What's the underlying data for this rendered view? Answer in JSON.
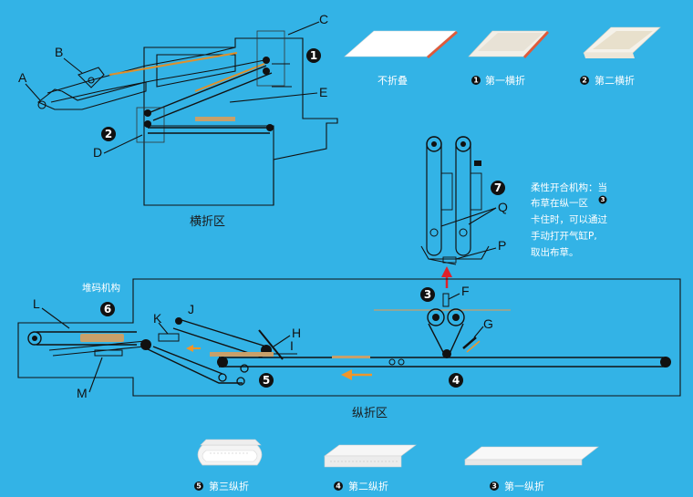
{
  "labels": {
    "A": "A",
    "B": "B",
    "C": "C",
    "D": "D",
    "E": "E",
    "F": "F",
    "G": "G",
    "H": "H",
    "I": "I",
    "J": "J",
    "K": "K",
    "L": "L",
    "M": "M",
    "P": "P",
    "Q": "Q"
  },
  "numbers": {
    "n1": "1",
    "n2": "2",
    "n3": "3",
    "n4": "4",
    "n5": "5",
    "n6": "6",
    "n7": "7"
  },
  "sections": {
    "horizontal_zone": "横折区",
    "vertical_zone": "纵折区",
    "stacking": "堆码机构"
  },
  "top_captions": {
    "unfolded": "不折叠",
    "first_h": "第一横折",
    "second_h": "第二横折"
  },
  "bottom_captions": {
    "third_v": "第三纵折",
    "second_v": "第二纵折",
    "first_v": "第一纵折"
  },
  "note": {
    "line1": "柔性开合机构：当",
    "line2": "布草在纵一区",
    "line3": "卡住时，可以通过",
    "line4": "手动打开气缸P,",
    "line5": "取出布草。"
  },
  "colors": {
    "background": "#33b3e6",
    "linen": "#c8a06a",
    "arrow_orange": "#f0962a",
    "arrow_red": "#e0202a",
    "edge_red": "#e04a3a"
  }
}
